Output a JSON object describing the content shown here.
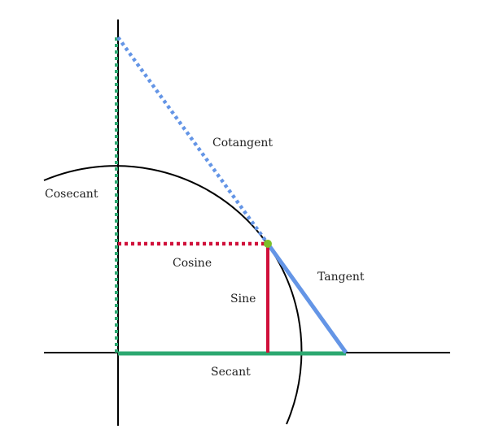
{
  "labels": {
    "cotangent": "Cotangent",
    "cosecant": "Cosecant",
    "cosine": "Cosine",
    "tangent": "Tangent",
    "sine": "Sine",
    "secant": "Secant"
  },
  "colors": {
    "background": "#ffffff",
    "axis": "#000000",
    "circle": "#000000",
    "sine": "#d0103a",
    "cosine": "#d0103a",
    "tangent": "#6495e6",
    "cotangent": "#6495e6",
    "secant": "#2ca870",
    "cosecant": "#2ca870",
    "point": "#7cbf2a"
  }
}
